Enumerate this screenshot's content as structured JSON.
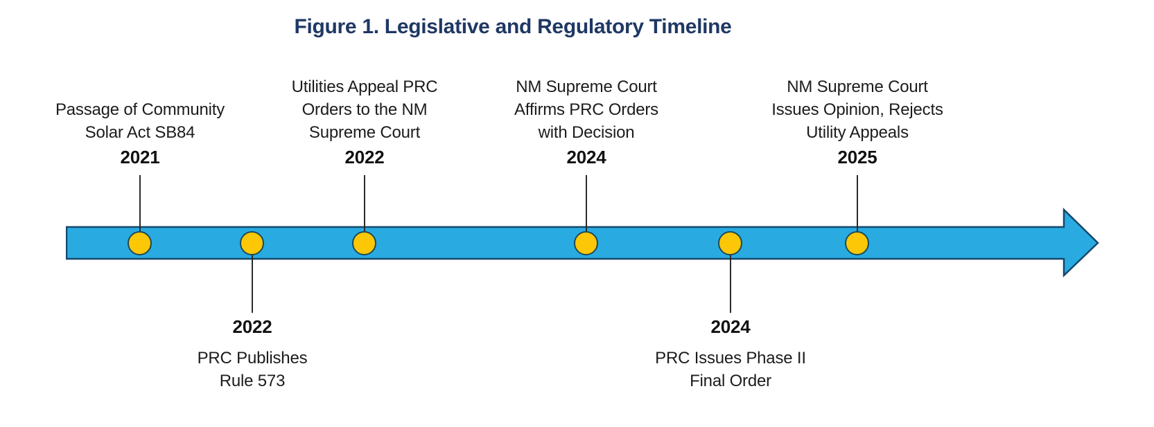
{
  "figure": {
    "title": "Figure 1. Legislative and Regulatory Timeline"
  },
  "colors": {
    "title_text": "#1F3864",
    "bar_fill": "#29ABE2",
    "bar_stroke": "#15486B",
    "marker_fill": "#FCC707",
    "marker_stroke": "#1D4A56",
    "connector_line": "#2A2A2A",
    "label_text": "#1C1C1C",
    "year_text": "#111111"
  },
  "timeline": {
    "direction": "left-to-right",
    "shape": "arrow"
  },
  "events": [
    {
      "year": "2021",
      "position": "above",
      "lines": [
        "Passage of Community",
        "Solar Act SB84"
      ]
    },
    {
      "year": "2022",
      "position": "below",
      "lines": [
        "PRC Publishes",
        "Rule 573"
      ]
    },
    {
      "year": "2022",
      "position": "above",
      "lines": [
        "Utilities Appeal PRC",
        "Orders to the NM",
        "Supreme Court"
      ]
    },
    {
      "year": "2024",
      "position": "above",
      "lines": [
        "NM Supreme Court",
        "Affirms PRC Orders",
        "with Decision"
      ]
    },
    {
      "year": "2024",
      "position": "below",
      "lines": [
        "PRC Issues Phase II",
        "Final Order"
      ]
    },
    {
      "year": "2025",
      "position": "above",
      "lines": [
        "NM Supreme Court",
        "Issues Opinion, Rejects",
        "Utility Appeals"
      ]
    }
  ]
}
